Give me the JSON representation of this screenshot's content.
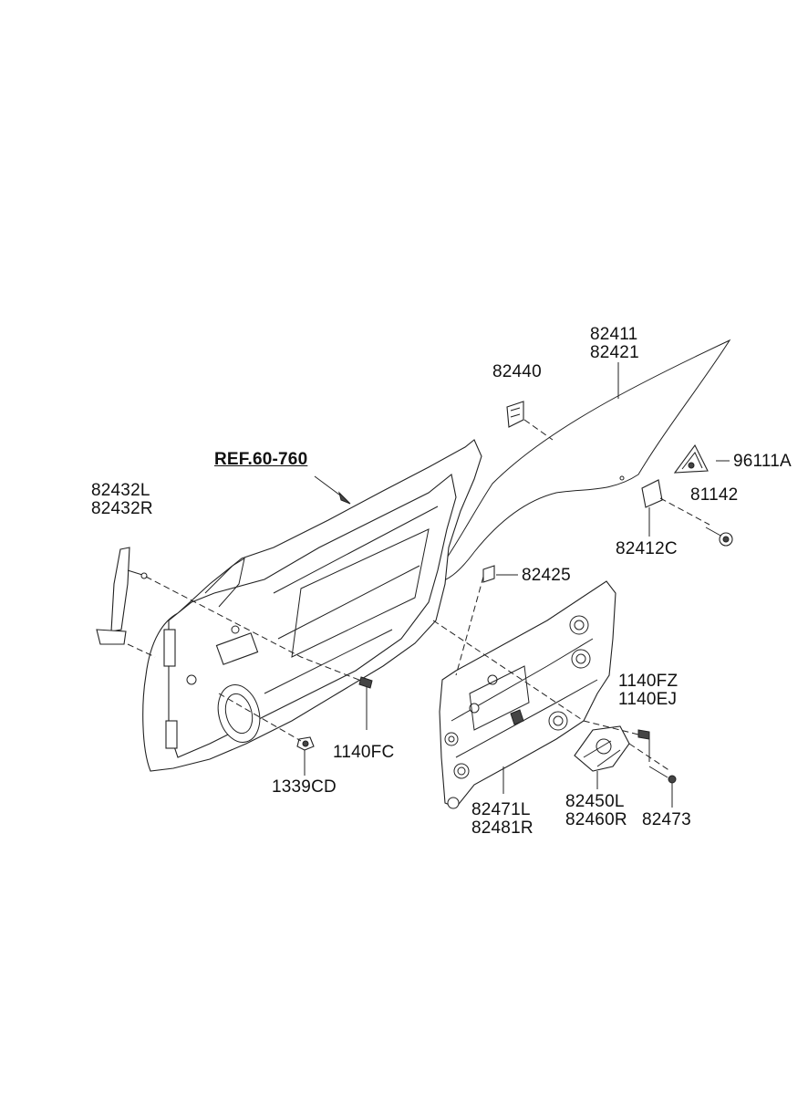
{
  "labels": {
    "ref": "REF.60-760",
    "p82411": "82411",
    "p82421": "82421",
    "p82440": "82440",
    "p96111a": "96111A",
    "p81142": "81142",
    "p82412c": "82412C",
    "p82425": "82425",
    "p82432l": "82432L",
    "p82432r": "82432R",
    "p1140fz": "1140FZ",
    "p1140ej": "1140EJ",
    "p1140fc": "1140FC",
    "p1339cd": "1339CD",
    "p82471l": "82471L",
    "p82481r": "82481R",
    "p82450l": "82450L",
    "p82460r": "82460R",
    "p82473": "82473"
  }
}
